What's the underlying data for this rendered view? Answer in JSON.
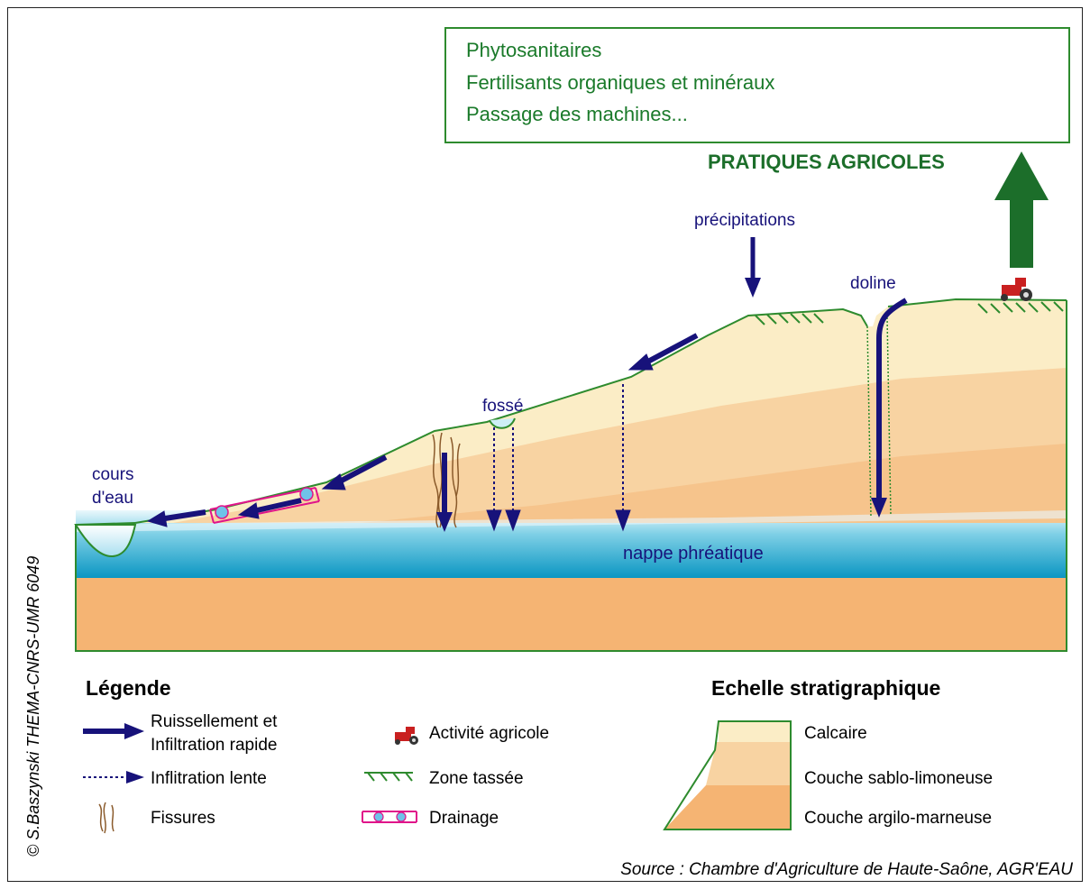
{
  "practices_box": {
    "lines": [
      "Phytosanitaires",
      "Fertilisants organiques et minéraux",
      "Passage des machines..."
    ]
  },
  "practices_title": "PRATIQUES AGRICOLES",
  "labels": {
    "precipitations": "précipitations",
    "doline": "doline",
    "fosse": "fossé",
    "cours_eau_1": "cours",
    "cours_eau_2": "d'eau",
    "nappe": "nappe phréatique"
  },
  "legend": {
    "title": "Légende",
    "items": [
      {
        "icon": "thick-arrow-icon",
        "label_1": "Ruissellement et",
        "label_2": "Infiltration rapide"
      },
      {
        "icon": "dotted-arrow-icon",
        "label_1": "Inflitration lente"
      },
      {
        "icon": "cracks-icon",
        "label_1": "Fissures"
      },
      {
        "icon": "tractor-icon",
        "label_1": "Activité agricole"
      },
      {
        "icon": "compacted-zone-icon",
        "label_1": "Zone tassée"
      },
      {
        "icon": "drainage-icon",
        "label_1": "Drainage"
      }
    ]
  },
  "strat": {
    "title": "Echelle stratigraphique",
    "layers": [
      "Calcaire",
      "Couche sablo-limoneuse",
      "Couche argilo-marneuse"
    ]
  },
  "colors": {
    "green": "#1a7a2a",
    "dark_blue": "#17127a",
    "calcaire": "#fbedc6",
    "sablo": "#f8d3a2",
    "argilo": "#f5b473",
    "water_light": "#c8ecf6",
    "water_dark": "#14a3c9"
  },
  "copyright": "© S.Baszynski THEMA-CNRS-UMR 6049",
  "source": "Source : Chambre d'Agriculture de Haute-Saône, AGR'EAU"
}
